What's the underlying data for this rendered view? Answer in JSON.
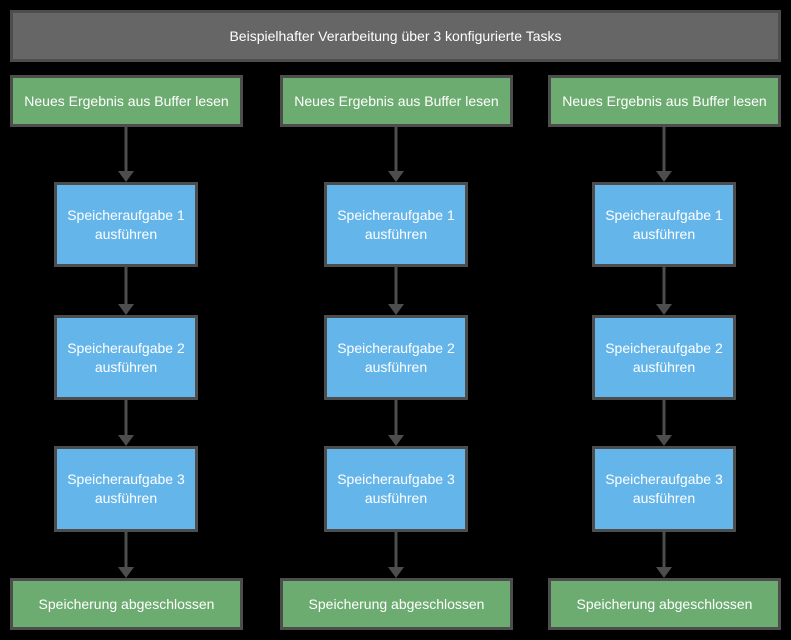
{
  "title": "Beispielhafter Verarbeitung über 3 konfigurierte Tasks",
  "colors": {
    "background": "#000000",
    "title_fill": "#666666",
    "green_fill": "#6cac70",
    "blue_fill": "#64b5ea",
    "border_and_arrows": "#4d4d4d",
    "text": "#ffffff"
  },
  "columns": [
    {
      "start": "Neues Ergebnis aus Buffer lesen",
      "tasks": [
        "Speicheraufgabe 1 ausführen",
        "Speicheraufgabe 2 ausführen",
        "Speicheraufgabe 3 ausführen"
      ],
      "end": "Speicherung abgeschlossen"
    },
    {
      "start": "Neues Ergebnis aus Buffer lesen",
      "tasks": [
        "Speicheraufgabe 1 ausführen",
        "Speicheraufgabe 2 ausführen",
        "Speicheraufgabe 3 ausführen"
      ],
      "end": "Speicherung abgeschlossen"
    },
    {
      "start": "Neues Ergebnis aus Buffer lesen",
      "tasks": [
        "Speicheraufgabe 1 ausführen",
        "Speicheraufgabe 2 ausführen",
        "Speicheraufgabe 3 ausführen"
      ],
      "end": "Speicherung abgeschlossen"
    }
  ]
}
